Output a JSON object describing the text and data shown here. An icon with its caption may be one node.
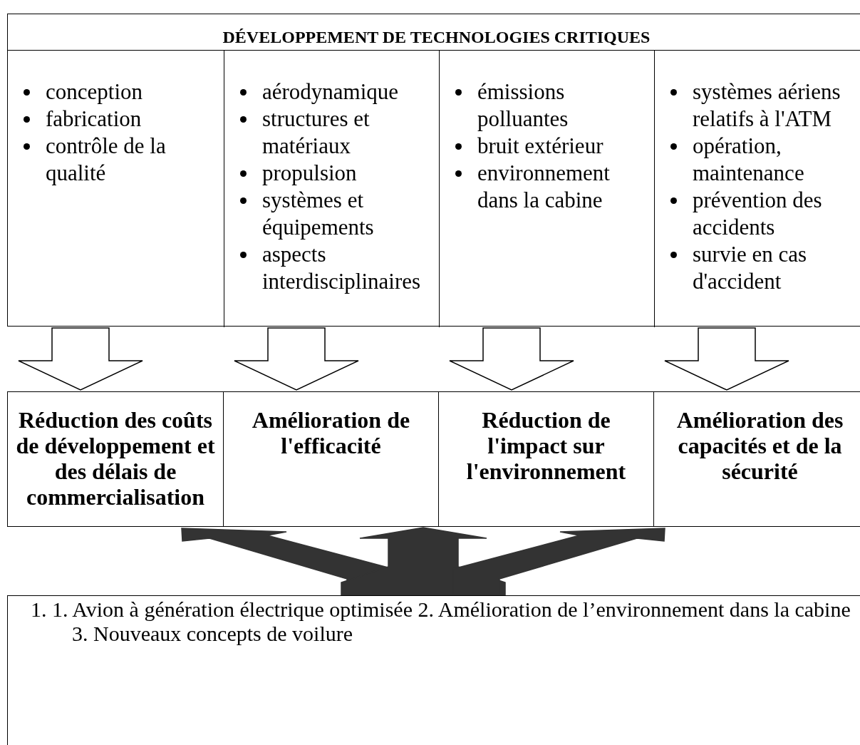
{
  "diagram": {
    "nodes": [
      {
        "text": [
          "DÉVELOPPEMENT DE TECHNOLOGIES CRITIQUES"
        ]
      },
      {
        "text": [
          "conception",
          "fabrication",
          "contrôle de la qualité"
        ],
        "in": 0
      },
      {
        "text": [
          "aérodynamique",
          "structures et matériaux",
          "propulsion",
          "systèmes et équipements",
          "aspects interdisciplinaires"
        ],
        "in": 0
      },
      {
        "text": [
          "émissions polluantes",
          "bruit extérieur",
          "environnement dans la cabine"
        ],
        "in": 0
      },
      {
        "text": [
          "systèmes aériens relatifs à l'ATM",
          "opération, maintenance",
          "prévention des accidents",
          "survie en cas d'accident"
        ],
        "in": 0
      },
      {
        "text": [
          "Réduction des coûts de développement et des délais de commercialisation"
        ]
      },
      {
        "text": [
          "Amélioration de l'efficacité"
        ]
      },
      {
        "text": [
          "Réduction de l'impact sur l'environnement"
        ]
      },
      {
        "text": [
          "Amélioration des capacités et de la sécurité"
        ]
      },
      {
        "text": [
          "1.",
          "1. Avion à génération électrique optimisée 2. Amélioration de l’environnement dans la cabine 3. Nouveaux concepts de voilure"
        ]
      }
    ],
    "edges": [
      {
        "from": 1,
        "to": 5,
        "arrow": "to"
      },
      {
        "from": 2,
        "to": 6,
        "arrow": "to"
      },
      {
        "from": 3,
        "to": 7,
        "arrow": "to"
      },
      {
        "from": 4,
        "to": 8,
        "arrow": "to"
      },
      {
        "from": 9,
        "to": 5,
        "arrow": "to",
        "style": "thick",
        "color": "#333333"
      },
      {
        "from": 9,
        "to": 6,
        "arrow": "to",
        "style": "thick",
        "color": "#333333"
      },
      {
        "from": 9,
        "to": 8,
        "arrow": "to",
        "style": "thick",
        "color": "#333333"
      }
    ]
  }
}
